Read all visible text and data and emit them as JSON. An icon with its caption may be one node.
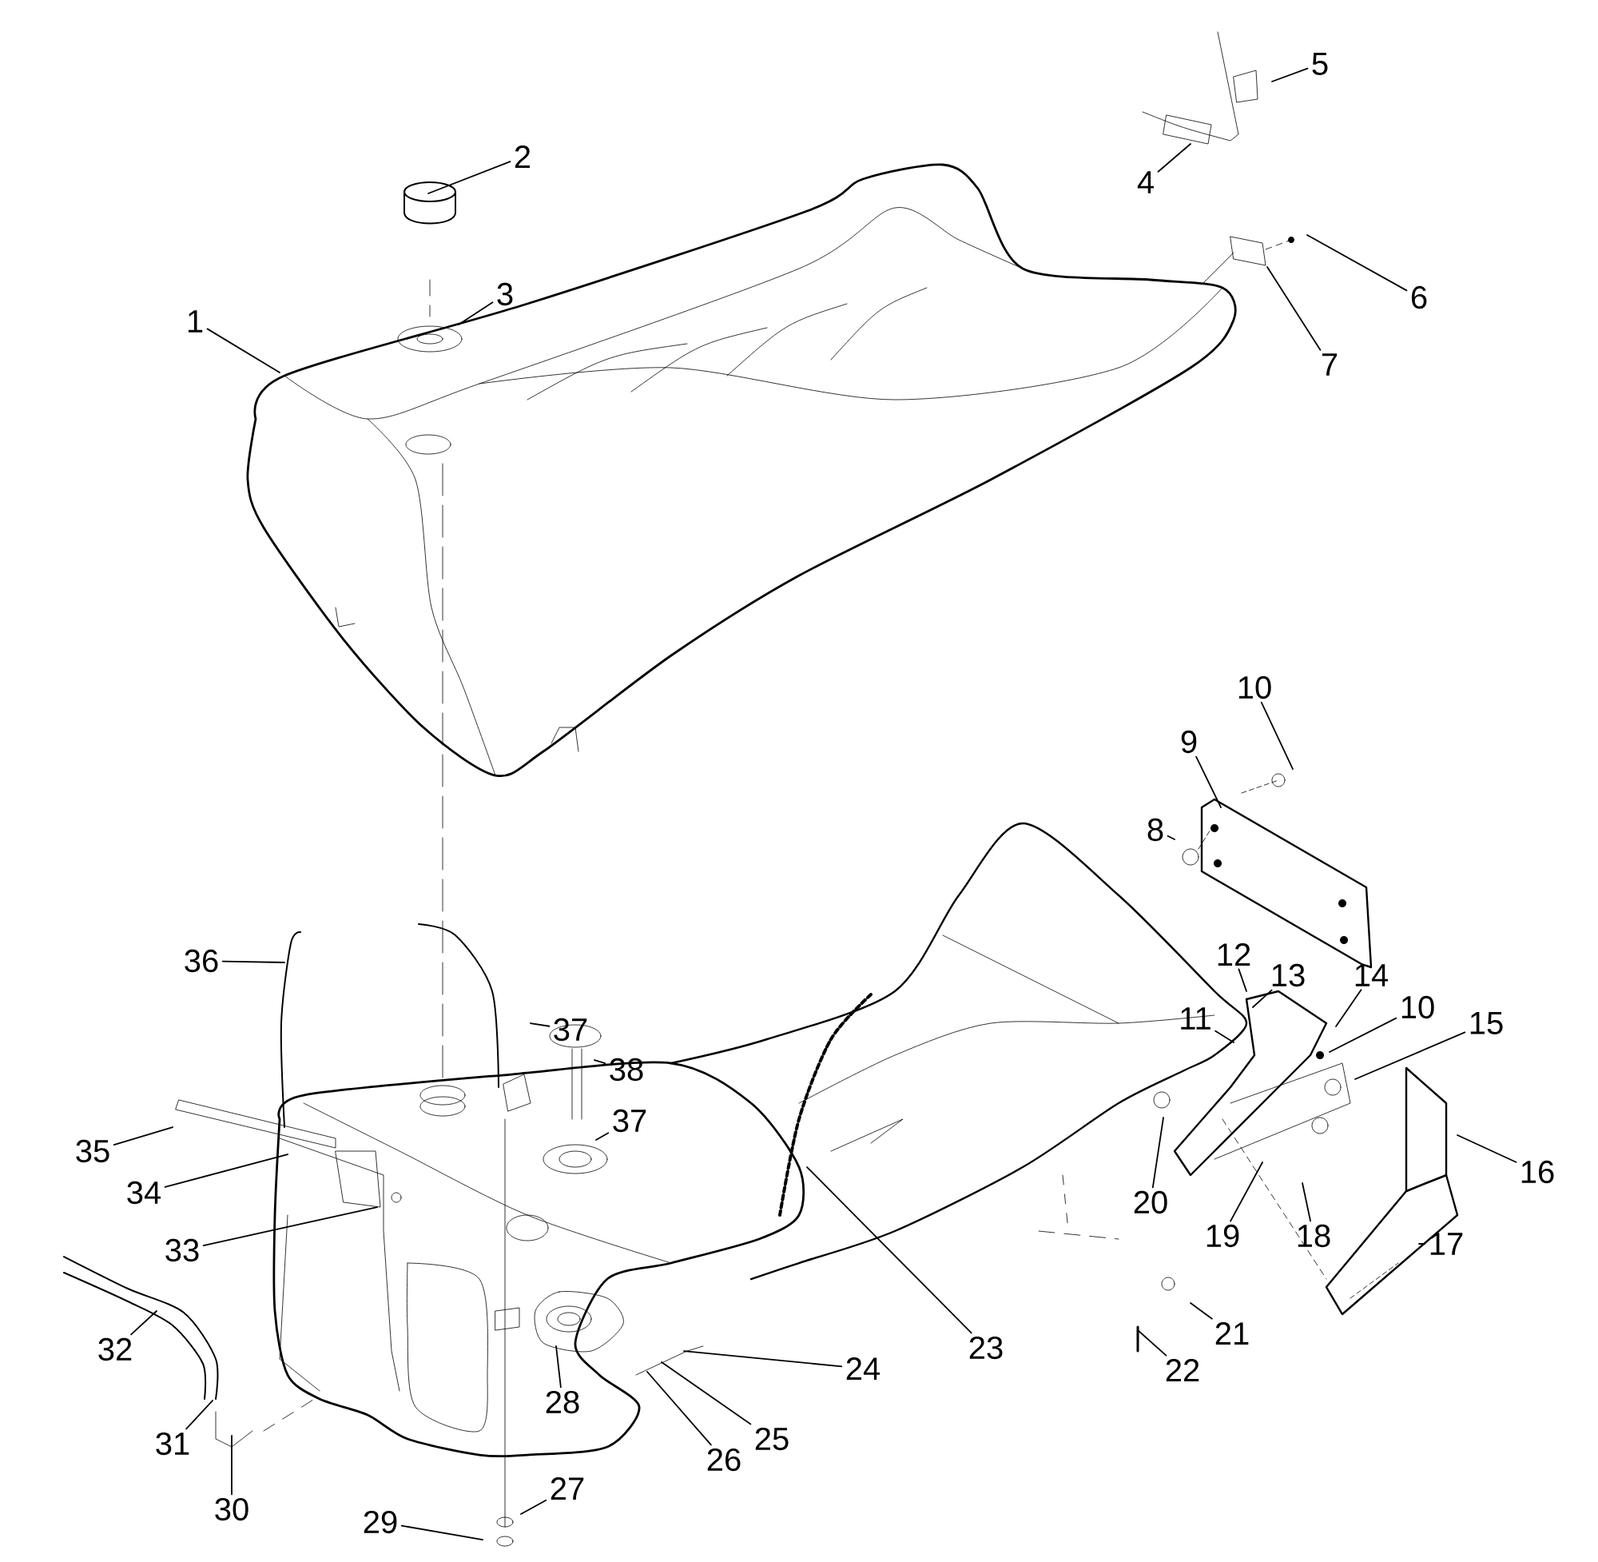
{
  "diagram": {
    "nodes": [
      {
        "text": [
          "1"
        ]
      },
      {
        "text": [
          "2"
        ]
      },
      {
        "text": [
          "3"
        ]
      },
      {
        "text": [
          "4"
        ]
      },
      {
        "text": [
          "5"
        ]
      },
      {
        "text": [
          "6"
        ]
      },
      {
        "text": [
          "7"
        ]
      },
      {
        "text": [
          "8"
        ]
      },
      {
        "text": [
          "9"
        ]
      },
      {
        "text": [
          "10"
        ]
      },
      {
        "text": [
          "10"
        ]
      },
      {
        "text": [
          "11"
        ]
      },
      {
        "text": [
          "12"
        ]
      },
      {
        "text": [
          "13"
        ]
      },
      {
        "text": [
          "14"
        ]
      },
      {
        "text": [
          "15"
        ]
      },
      {
        "text": [
          "16"
        ]
      },
      {
        "text": [
          "17"
        ]
      },
      {
        "text": [
          "18"
        ]
      },
      {
        "text": [
          "19"
        ]
      },
      {
        "text": [
          "20"
        ]
      },
      {
        "text": [
          "21"
        ]
      },
      {
        "text": [
          "22"
        ]
      },
      {
        "text": [
          "23"
        ]
      },
      {
        "text": [
          "24"
        ]
      },
      {
        "text": [
          "25"
        ]
      },
      {
        "text": [
          "26"
        ]
      },
      {
        "text": [
          "27"
        ]
      },
      {
        "text": [
          "28"
        ]
      },
      {
        "text": [
          "29"
        ]
      },
      {
        "text": [
          "30"
        ]
      },
      {
        "text": [
          "31"
        ]
      },
      {
        "text": [
          "32"
        ]
      },
      {
        "text": [
          "33"
        ]
      },
      {
        "text": [
          "34"
        ]
      },
      {
        "text": [
          "35"
        ]
      },
      {
        "text": [
          "36"
        ]
      },
      {
        "text": [
          "37"
        ]
      },
      {
        "text": [
          "38"
        ]
      },
      {
        "text": [
          "37"
        ]
      }
    ],
    "edges": [
      {
        "from": 0,
        "to": null,
        "arrow": "none"
      },
      {
        "from": 1,
        "to": null,
        "arrow": "none"
      },
      {
        "from": 2,
        "to": null,
        "arrow": "none"
      },
      {
        "from": 3,
        "to": null,
        "arrow": "none"
      },
      {
        "from": 4,
        "to": null,
        "arrow": "none"
      },
      {
        "from": 5,
        "to": null,
        "arrow": "none"
      },
      {
        "from": 6,
        "to": null,
        "arrow": "none"
      },
      {
        "from": 7,
        "to": null,
        "arrow": "none"
      },
      {
        "from": 8,
        "to": null,
        "arrow": "none"
      },
      {
        "from": 9,
        "to": null,
        "arrow": "none"
      },
      {
        "from": 10,
        "to": null,
        "arrow": "none"
      },
      {
        "from": 11,
        "to": null,
        "arrow": "none"
      },
      {
        "from": 12,
        "to": null,
        "arrow": "none"
      },
      {
        "from": 13,
        "to": null,
        "arrow": "none"
      },
      {
        "from": 14,
        "to": null,
        "arrow": "none"
      },
      {
        "from": 15,
        "to": null,
        "arrow": "none"
      },
      {
        "from": 16,
        "to": null,
        "arrow": "none"
      },
      {
        "from": 17,
        "to": null,
        "arrow": "none"
      },
      {
        "from": 18,
        "to": null,
        "arrow": "none"
      },
      {
        "from": 19,
        "to": null,
        "arrow": "none"
      },
      {
        "from": 20,
        "to": null,
        "arrow": "none"
      },
      {
        "from": 21,
        "to": null,
        "arrow": "none"
      },
      {
        "from": 22,
        "to": null,
        "arrow": "none"
      },
      {
        "from": 23,
        "to": null,
        "arrow": "none"
      },
      {
        "from": 24,
        "to": null,
        "arrow": "none"
      },
      {
        "from": 25,
        "to": null,
        "arrow": "none"
      },
      {
        "from": 26,
        "to": null,
        "arrow": "none"
      },
      {
        "from": 27,
        "to": null,
        "arrow": "none"
      },
      {
        "from": 28,
        "to": null,
        "arrow": "none"
      },
      {
        "from": 29,
        "to": null,
        "arrow": "none"
      },
      {
        "from": 30,
        "to": null,
        "arrow": "none"
      },
      {
        "from": 31,
        "to": null,
        "arrow": "none"
      },
      {
        "from": 32,
        "to": null,
        "arrow": "none"
      },
      {
        "from": 33,
        "to": null,
        "arrow": "none"
      },
      {
        "from": 34,
        "to": null,
        "arrow": "none"
      },
      {
        "from": 35,
        "to": null,
        "arrow": "none"
      },
      {
        "from": 36,
        "to": null,
        "arrow": "none"
      },
      {
        "from": 37,
        "to": null,
        "arrow": "none"
      },
      {
        "from": 38,
        "to": null,
        "arrow": "none"
      },
      {
        "from": 39,
        "to": null,
        "arrow": "none"
      }
    ]
  }
}
